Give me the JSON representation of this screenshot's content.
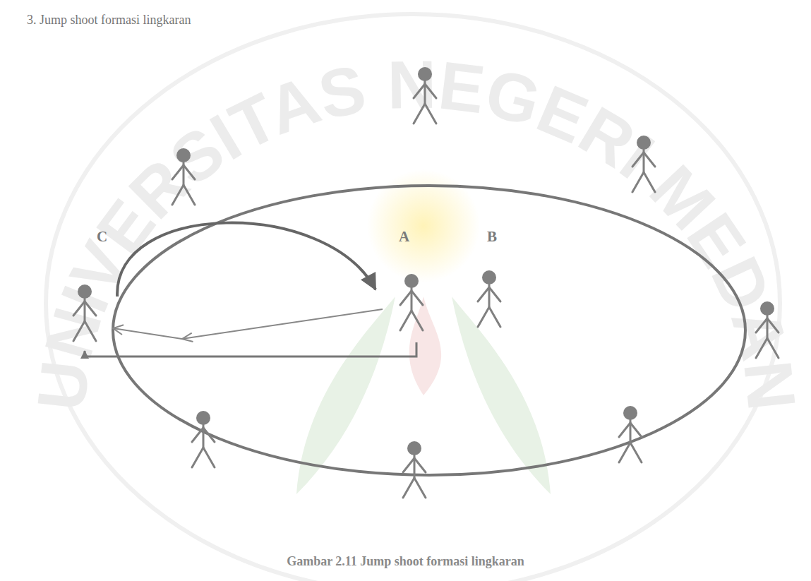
{
  "diagram": {
    "title": "3. Jump shoot formasi lingkaran",
    "caption": "Gambar 2.11 Jump shoot formasi lingkaran",
    "nodes": [
      {
        "text": [
          "C"
        ]
      },
      {
        "text": [
          "A"
        ]
      },
      {
        "text": [
          "B"
        ]
      }
    ],
    "edges": [
      {
        "from": 1,
        "to": 0,
        "arrow": "to"
      },
      {
        "from": 0,
        "to": 1,
        "arrow": "to"
      },
      {
        "from": 1,
        "to": 0,
        "arrow": "to"
      }
    ],
    "labels": [
      "UNIVERSITAS NEGERI MEDAN"
    ]
  }
}
